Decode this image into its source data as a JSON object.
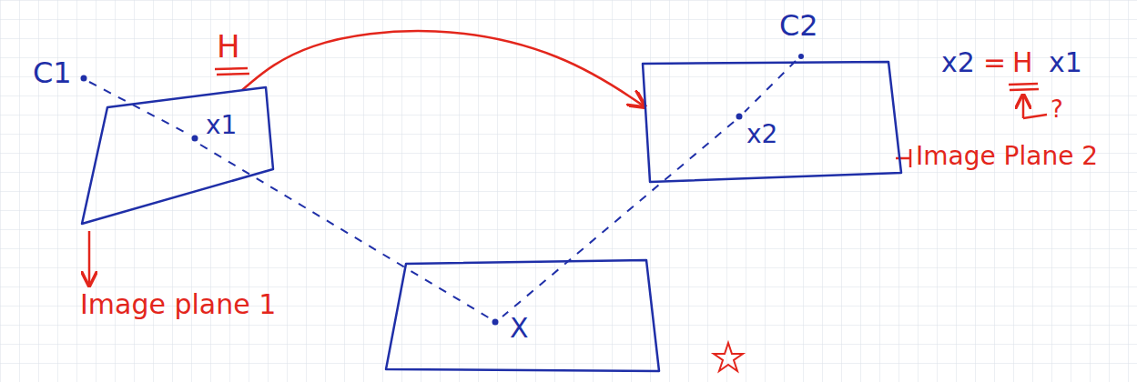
{
  "diagram": {
    "nodes": [
      {
        "text": [
          "x1"
        ]
      },
      {
        "text": [
          "x2"
        ]
      },
      {
        "text": [
          "X"
        ]
      }
    ],
    "edges": [
      {
        "from": 0,
        "to": 1,
        "arrow": "to",
        "label": "H"
      }
    ],
    "labels": [
      "C1",
      "C2",
      "x2",
      "=",
      "H",
      "x1",
      "?",
      "Image Plane 2",
      "Image plane 1"
    ]
  }
}
